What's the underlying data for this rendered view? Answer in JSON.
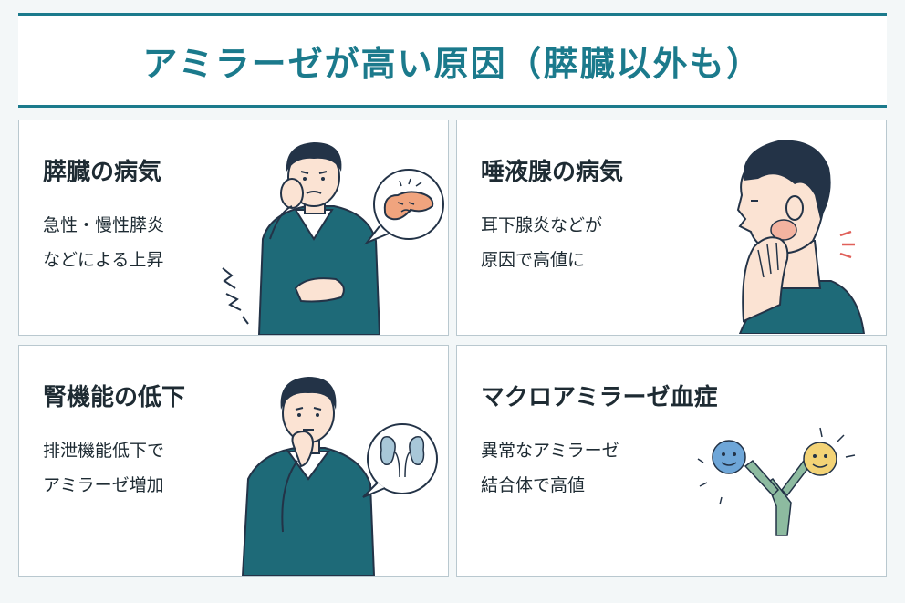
{
  "header": {
    "title": "アミラーゼが高い原因（膵臓以外も）"
  },
  "cards": [
    {
      "title": "膵臓の病気",
      "lines": [
        "急性・慢性膵炎",
        "などによる上昇"
      ]
    },
    {
      "title": "唾液腺の病気",
      "lines": [
        "耳下腺炎などが",
        "原因で高値に"
      ]
    },
    {
      "title": "腎機能の低下",
      "lines": [
        "排泄機能低下で",
        "アミラーゼ増加"
      ]
    },
    {
      "title": "マクロアミラーゼ血症",
      "lines": [
        "異常なアミラーゼ",
        "結合体で高値"
      ]
    }
  ],
  "icons": [
    "pancreas-icon",
    "kidney-icon",
    "antibody-icon",
    "pain-mark-icon"
  ],
  "colors": {
    "accent": "#1b7a8c",
    "sweater": "#1e6a78",
    "hair": "#233347",
    "skin": "#fbe3d3",
    "pancreas": "#f0a47e",
    "antibody": "#8dbba0",
    "blue_face": "#6ea6d8",
    "yellow_face": "#f3d376"
  }
}
